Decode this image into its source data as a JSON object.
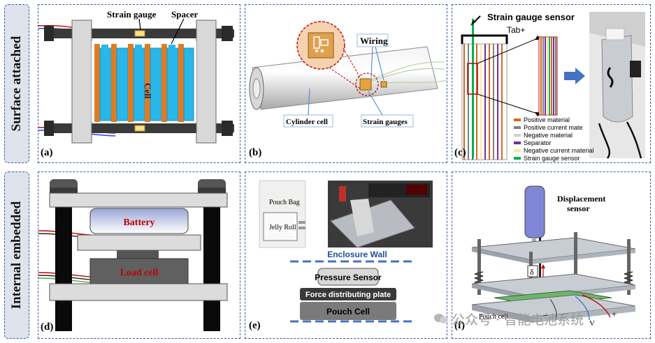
{
  "row_labels": [
    "Surface attached",
    "Internal embedded"
  ],
  "panels": {
    "a": {
      "label": "(a)",
      "strain_gauge": "Strain gauge",
      "spacer": "Spacer",
      "cell": "Cell"
    },
    "b": {
      "label": "(b)",
      "wiring": "Wiring",
      "cylinder_cell": "Cylinder cell",
      "strain_gauges": "Strain gauges"
    },
    "c": {
      "label": "(c)",
      "title": "Strain gauge sensor",
      "tab": "Tab+",
      "legend": [
        {
          "text": "Positive material",
          "color": "#d2691e"
        },
        {
          "text": "Positive current mate",
          "color": "#808080"
        },
        {
          "text": "Negative material",
          "color": "#d0d0d0"
        },
        {
          "text": "Separator",
          "color": "#7030a0"
        },
        {
          "text": "Negative current material",
          "color": "#ffe699"
        },
        {
          "text": "Strain gauge sensor",
          "color": "#00b050"
        }
      ]
    },
    "d": {
      "label": "(d)",
      "battery": "Battery",
      "load_cell": "Load cell"
    },
    "e": {
      "label": "(e)",
      "pouch_bag": "Pouch Bag",
      "jelly_roll": "Jelly Roll",
      "enclosure_wall": "Enclosure Wall",
      "pressure_sensor": "Pressure Sensor",
      "force_plate": "Force distributing plate",
      "pouch_cell": "Pouch Cell"
    },
    "f": {
      "label": "(f)",
      "sensor_line1": "Displacement",
      "sensor_line2": "sensor",
      "delta": "δ",
      "pouch_cell": "Pouch cell",
      "minus": "–",
      "v": "V",
      "plus": "+"
    }
  },
  "watermark": "公众号 · 智能电池系统"
}
